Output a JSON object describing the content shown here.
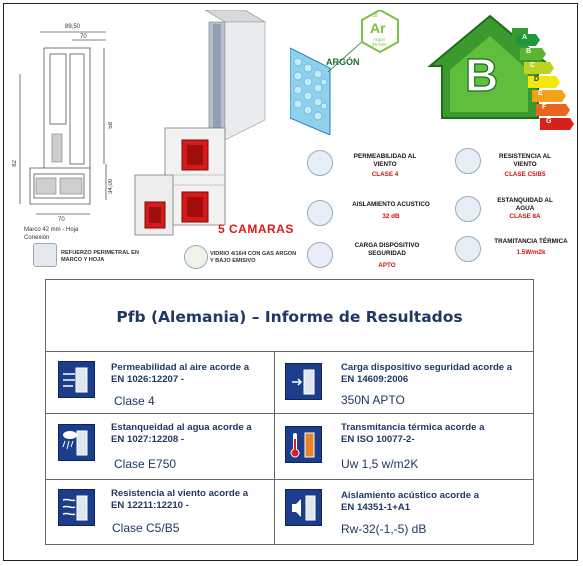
{
  "drawing": {
    "dims": [
      "89,50",
      "70",
      "58",
      "82",
      "34,00",
      "70"
    ],
    "caption": [
      "Marco 42 mm - Hoja",
      "Conexión"
    ]
  },
  "profile": {
    "label": "5 CAMARAS"
  },
  "argon": {
    "label": "ARGÓN",
    "symbol": "Ar",
    "number": "18",
    "small": "Argon",
    "mass": "39.948"
  },
  "efficiency": {
    "letter": "B",
    "scale": [
      "A",
      "B",
      "C",
      "D",
      "E",
      "F",
      "G"
    ]
  },
  "features": [
    {
      "title": [
        "PERMEABILIDAD AL",
        "VIENTO"
      ],
      "value": "CLASE 4",
      "icon": "wind-window-icon"
    },
    {
      "title": [
        "RESISTENCIA AL",
        "VIENTO"
      ],
      "value": "CLASE C5/B5",
      "icon": "wind-pressure-icon"
    },
    {
      "title": [
        "AISLAMIENTO ACUSTICO"
      ],
      "value": "32 dB",
      "icon": "speaker-icon"
    },
    {
      "title": [
        "ESTANQUIDAD AL",
        "AGUA"
      ],
      "value": "CLASE 8A",
      "icon": "rain-icon"
    },
    {
      "title": [
        "CARGA DISPOSITIVO",
        "SEGURIDAD"
      ],
      "value": "APTO",
      "icon": "door-arrow-icon"
    },
    {
      "title": [
        "TRAMITANCIA TÉRMICA"
      ],
      "value": "1.5W/m2k",
      "icon": "thermometer-icon"
    }
  ],
  "captions": {
    "refuerzo": [
      "REFUERZO PERIMETRAL EN",
      "MARCO Y HOJA"
    ],
    "vidrio": [
      "VIDRIO 4/16/4 CON GAS ARGON",
      "Y BAJO EMISIVO"
    ]
  },
  "table": {
    "title": "Pfb (Alemania) – Informe de Resultados",
    "rows": [
      [
        {
          "label": [
            "Permeabilidad al aire acorde a",
            "EN 1026:12207 -"
          ],
          "value": "Clase 4",
          "icon": "wind-window-icon"
        },
        {
          "label": [
            "Carga dispositivo seguridad acorde a",
            "EN 14609:2006"
          ],
          "value": "350N APTO",
          "icon": "door-arrow-icon"
        }
      ],
      [
        {
          "label": [
            "Estanqueidad al agua acorde a",
            "EN 1027:12208 -"
          ],
          "value": "Clase E750",
          "icon": "rain-icon"
        },
        {
          "label": [
            "Transmitancia térmica acorde a",
            "EN ISO 10077-2-"
          ],
          "value": "Uw 1,5 w/m2K",
          "icon": "thermometer-icon"
        }
      ],
      [
        {
          "label": [
            "Resistencia al viento acorde a",
            "EN 12211:12210 -"
          ],
          "value": "Clase C5/B5",
          "icon": "wind-pressure-icon"
        },
        {
          "label": [
            "Aislamiento acústico acorde a",
            "EN 14351-1+A1"
          ],
          "value": "Rw-32(-1,-5) dB",
          "icon": "speaker-icon"
        }
      ]
    ]
  }
}
